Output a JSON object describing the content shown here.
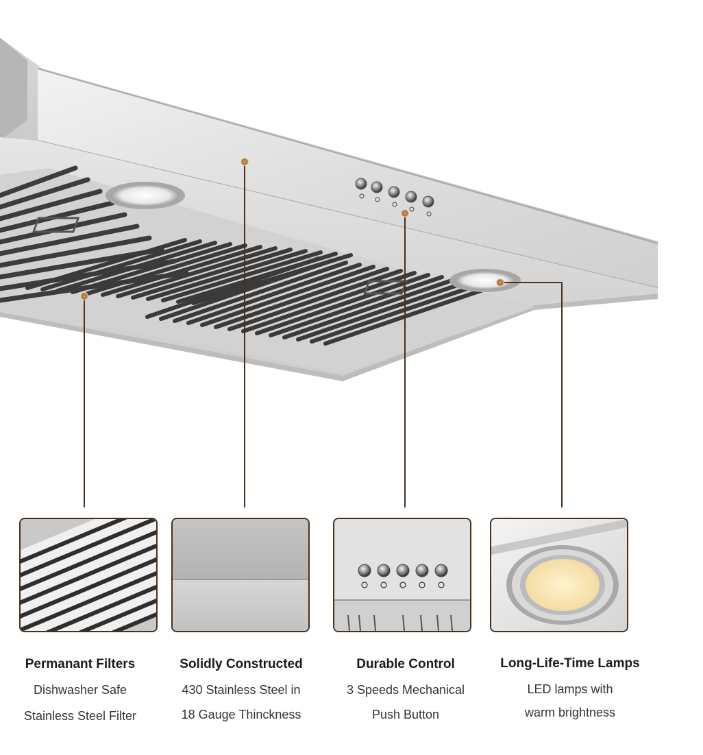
{
  "product": {
    "name": "range-hood",
    "control_icons": [
      "light-icon",
      "fan-low-icon",
      "fan-medium-icon",
      "fan-high-icon",
      "power-icon"
    ]
  },
  "callout_color": "#4a2f1b",
  "marker_color": "#c08a4a",
  "features": [
    {
      "title": "Permanant Filters",
      "line1": "Dishwasher Safe",
      "line2": "Stainless Steel Filter"
    },
    {
      "title": "Solidly Constructed",
      "line1": "430 Stainless Steel in",
      "line2": "18 Gauge Thinckness"
    },
    {
      "title": "Durable Control",
      "line1": "3 Speeds Mechanical",
      "line2": "Push Button"
    },
    {
      "title": "Long-Life-Time Lamps",
      "line1": "LED lamps with",
      "line2": "warm brightness"
    }
  ]
}
